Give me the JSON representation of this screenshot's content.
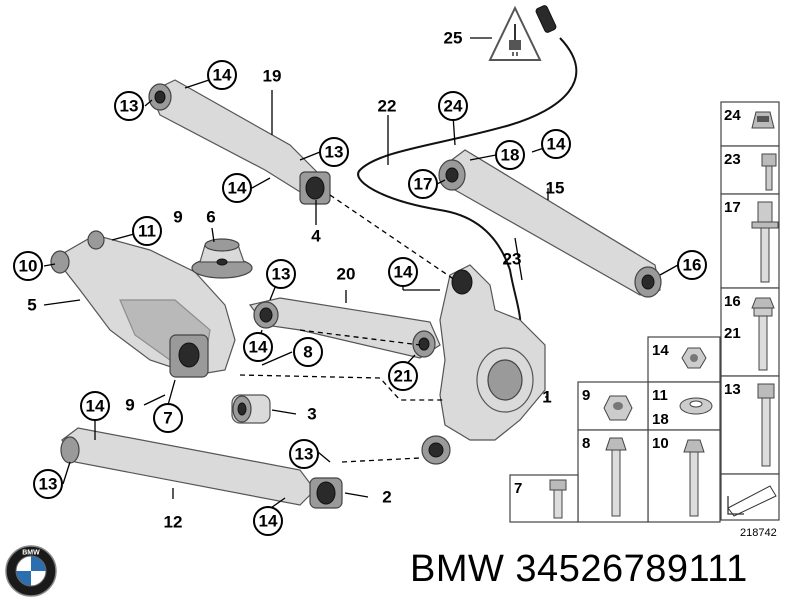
{
  "diagram": {
    "figure_number": "218742",
    "warning_callout": "25",
    "callouts": [
      "1",
      "2",
      "3",
      "4",
      "5",
      "6",
      "7",
      "8",
      "9",
      "10",
      "11",
      "12",
      "13",
      "14",
      "15",
      "16",
      "17",
      "18",
      "19",
      "20",
      "21",
      "22",
      "23",
      "24"
    ],
    "legend_panels": [
      {
        "id": "24",
        "label": "24"
      },
      {
        "id": "23",
        "label": "23"
      },
      {
        "id": "17",
        "label": "17"
      },
      {
        "id": "16-21",
        "label_top": "16",
        "label_bottom": "21"
      },
      {
        "id": "14",
        "label": "14"
      },
      {
        "id": "9",
        "label": "9"
      },
      {
        "id": "11-18",
        "label_top": "11",
        "label_bottom": "18"
      },
      {
        "id": "13",
        "label": "13"
      },
      {
        "id": "8",
        "label": "8"
      },
      {
        "id": "10",
        "label": "10"
      },
      {
        "id": "7",
        "label": "7"
      }
    ]
  },
  "branding": {
    "text": "BMW 34526789111",
    "logo_icon": "bmw-roundel-icon"
  }
}
